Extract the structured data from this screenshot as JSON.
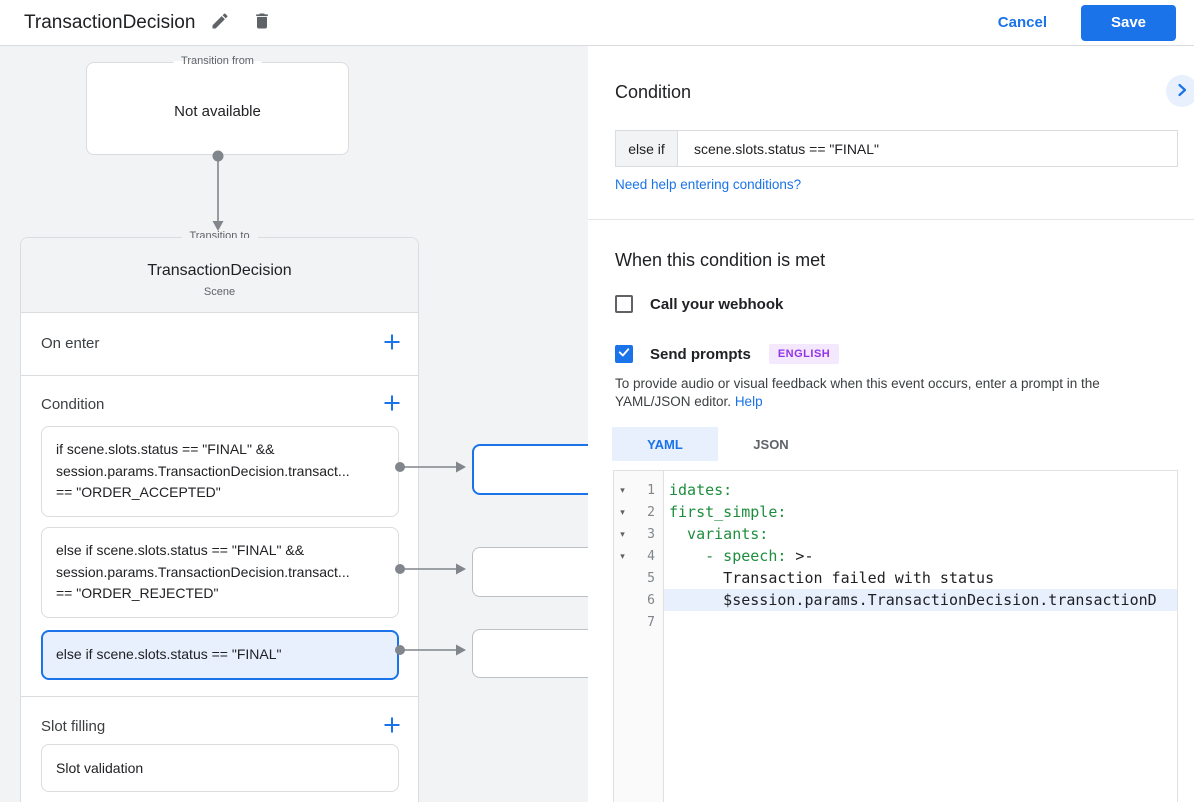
{
  "colors": {
    "accent": "#1a73e8",
    "accent_bg": "#e8f0fe",
    "yaml_key_green": "#1e8e3e",
    "badge_bg": "#f3e8fd",
    "badge_text": "#9334e6",
    "border_gray": "#dadce0",
    "canvas_gray": "#f1f3f4"
  },
  "header": {
    "title": "TransactionDecision",
    "cancel_label": "Cancel",
    "save_label": "Save"
  },
  "flow": {
    "transition_from": {
      "legend": "Transition from",
      "value": "Not available"
    },
    "transition_to": {
      "legend": "Transition to",
      "title": "TransactionDecision",
      "subtitle": "Scene",
      "on_enter_label": "On enter",
      "condition_label": "Condition",
      "slot_filling_label": "Slot filling",
      "slot_validation_label": "Slot validation",
      "conditions": [
        {
          "line1": "if scene.slots.status == \"FINAL\" &&",
          "line2": "session.params.TransactionDecision.transact...",
          "line3": "== \"ORDER_ACCEPTED\"",
          "selected": false
        },
        {
          "line1": "else if scene.slots.status == \"FINAL\" &&",
          "line2": "session.params.TransactionDecision.transact...",
          "line3": "== \"ORDER_REJECTED\"",
          "selected": false
        },
        {
          "line1": "else if scene.slots.status == \"FINAL\"",
          "line2": "",
          "line3": "",
          "selected": true
        }
      ]
    }
  },
  "panel": {
    "condition_heading": "Condition",
    "condition_prefix": "else if",
    "condition_value": "scene.slots.status == \"FINAL\"",
    "help_link": "Need help entering conditions?",
    "when_met_heading": "When this condition is met",
    "webhook_label": "Call your webhook",
    "send_prompts_label": "Send prompts",
    "language_badge": "ENGLISH",
    "prompt_hint": "To provide audio or visual feedback when this event occurs, enter a prompt in the YAML/JSON editor.",
    "prompt_hint_link": "Help",
    "tabs": [
      {
        "label": "YAML",
        "selected": true
      },
      {
        "label": "JSON",
        "selected": false
      }
    ],
    "editor": {
      "lines": [
        {
          "num": "1",
          "fold": "▾",
          "green": "idates:",
          "plain": "",
          "highlight": false
        },
        {
          "num": "2",
          "fold": "▾",
          "green": "first_simple:",
          "plain": "",
          "highlight": false
        },
        {
          "num": "3",
          "fold": "▾",
          "green": "  variants:",
          "plain": "",
          "highlight": false
        },
        {
          "num": "4",
          "fold": "▾",
          "green": "    - speech:",
          "plain": " >-",
          "highlight": false
        },
        {
          "num": "5",
          "fold": "",
          "green": "",
          "plain": "      Transaction failed with status",
          "highlight": false
        },
        {
          "num": "6",
          "fold": "",
          "green": "",
          "plain": "      $session.params.TransactionDecision.transactionD",
          "highlight": true
        },
        {
          "num": "7",
          "fold": "",
          "green": "",
          "plain": "",
          "highlight": false
        }
      ]
    }
  }
}
